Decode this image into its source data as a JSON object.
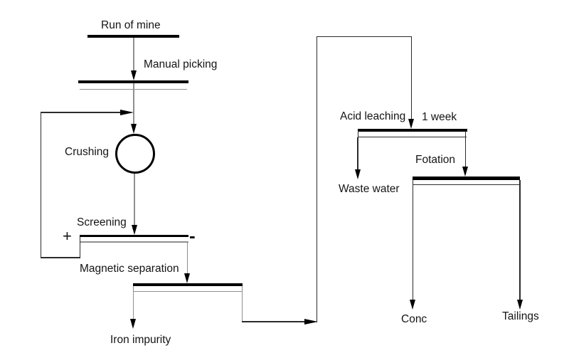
{
  "colors": {
    "bar": "#000000",
    "line_gray": "#8f8f8f",
    "line_dark": "#2b2b2b",
    "text": "#141414",
    "background": "#ffffff"
  },
  "labels": {
    "run_of_mine": "Run of mine",
    "manual_picking": "Manual picking",
    "crushing": "Crushing",
    "screening": "Screening",
    "screen_oversize_sign": "+",
    "screen_undersize_sign": "-",
    "magnetic_separation": "Magnetic separation",
    "iron_impurity": "Iron impurity",
    "acid_leaching": "Acid leaching",
    "acid_leaching_duration": "1 week",
    "waste_water": "Waste water",
    "flotation": "Fotation",
    "concentrate": "Conc",
    "tailings": "Tailings"
  },
  "edges": [
    {
      "from": "Run of mine",
      "to": "Manual picking"
    },
    {
      "from": "Manual picking",
      "to": "Crushing"
    },
    {
      "from": "Crushing",
      "to": "Screening"
    },
    {
      "from": "Screening (+)",
      "to": "Crushing",
      "note": "oversize recycle loop"
    },
    {
      "from": "Screening (-)",
      "to": "Magnetic separation"
    },
    {
      "from": "Magnetic separation",
      "to": "Iron impurity"
    },
    {
      "from": "Magnetic separation",
      "to": "Acid leaching"
    },
    {
      "from": "Acid leaching",
      "to": "Waste water"
    },
    {
      "from": "Acid leaching",
      "to": "Fotation"
    },
    {
      "from": "Fotation",
      "to": "Conc"
    },
    {
      "from": "Fotation",
      "to": "Tailings"
    }
  ]
}
